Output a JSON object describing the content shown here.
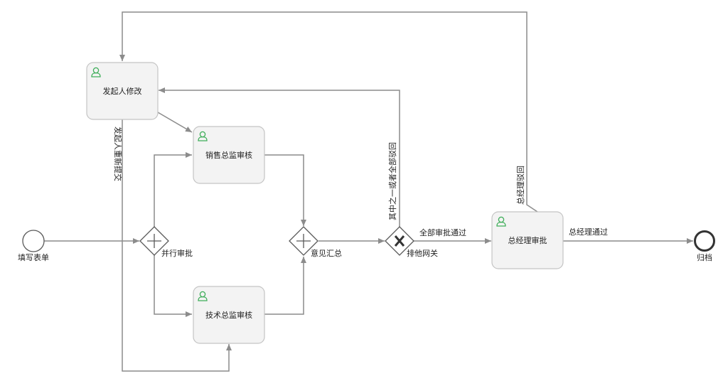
{
  "events": {
    "start": {
      "label": "填写表单"
    },
    "end": {
      "label": "归档"
    }
  },
  "tasks": {
    "initiator_modify": "发起人修改",
    "sales_director": "销售总监审核",
    "tech_director": "技术总监审核",
    "gm_approve": "总经理审批"
  },
  "gateways": {
    "parallel_split": "并行审批",
    "parallel_join": "意见汇总",
    "exclusive": "排他网关"
  },
  "flows": {
    "resubmit": "发起人重新提交",
    "reject_any": "其中之一或者全部驳回",
    "all_approved": "全部审批通过",
    "gm_reject": "总经理驳回",
    "gm_pass": "总经理通过"
  },
  "colors": {
    "flow_line": "#8c8c8c",
    "task_fill": "#f3f3f3",
    "task_border": "#c4c4c4",
    "user_icon": "#3fae5a",
    "gateway_stroke": "#595959"
  }
}
